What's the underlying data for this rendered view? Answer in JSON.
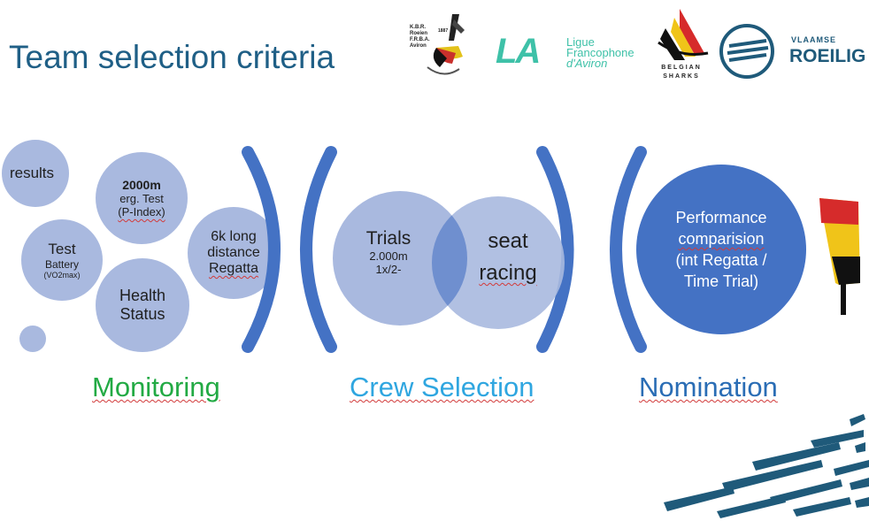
{
  "title": "Team selection criteria",
  "logos": {
    "kbr": {
      "line1": "K.B.R.",
      "line2": "Roeien",
      "line3": "F.R.B.A.",
      "line4": "Aviron",
      "year": "1887"
    },
    "ligue": {
      "mark": "LA",
      "line1": "Ligue",
      "line2": "Francophone",
      "line3": "d'Aviron"
    },
    "sharks": {
      "line1": "BELGIAN",
      "line2": "SHARKS"
    },
    "vlaamse": {
      "line1": "VLAAMSE",
      "line2": "ROEILIG"
    }
  },
  "monitoring": {
    "results": "results",
    "test_battery": {
      "line1": "Test",
      "line2": "Battery",
      "line3": "(VO2max)"
    },
    "erg_test": {
      "line1": "2000m",
      "line2": "erg. Test",
      "line3": "(P-Index)"
    },
    "health_status": {
      "line1": "Health",
      "line2": "Status"
    },
    "regatta": {
      "line1": "6k long",
      "line2": "distance",
      "line3": "Regatta"
    }
  },
  "crew_selection": {
    "trials": {
      "line1": "Trials",
      "line2": "2.000m",
      "line3": "1x/2-"
    },
    "seat_racing": {
      "line1": "seat",
      "line2": "racing"
    }
  },
  "nomination": {
    "line1": "Performance",
    "line2": "comparision",
    "line3": "(int Regatta /",
    "line4": "Time Trial)"
  },
  "sections": {
    "monitoring": "Monitoring",
    "crew_selection": "Crew Selection",
    "nomination": "Nomination"
  },
  "colors": {
    "title": "#1f5f86",
    "circle_light": "#a9b9df",
    "circle_dark": "#4472c4",
    "bracket": "#4472c4",
    "monitoring": "#22aa44",
    "crew_selection": "#2fa6e0",
    "nomination": "#2a6db5",
    "oars": "#1f5a7a"
  }
}
